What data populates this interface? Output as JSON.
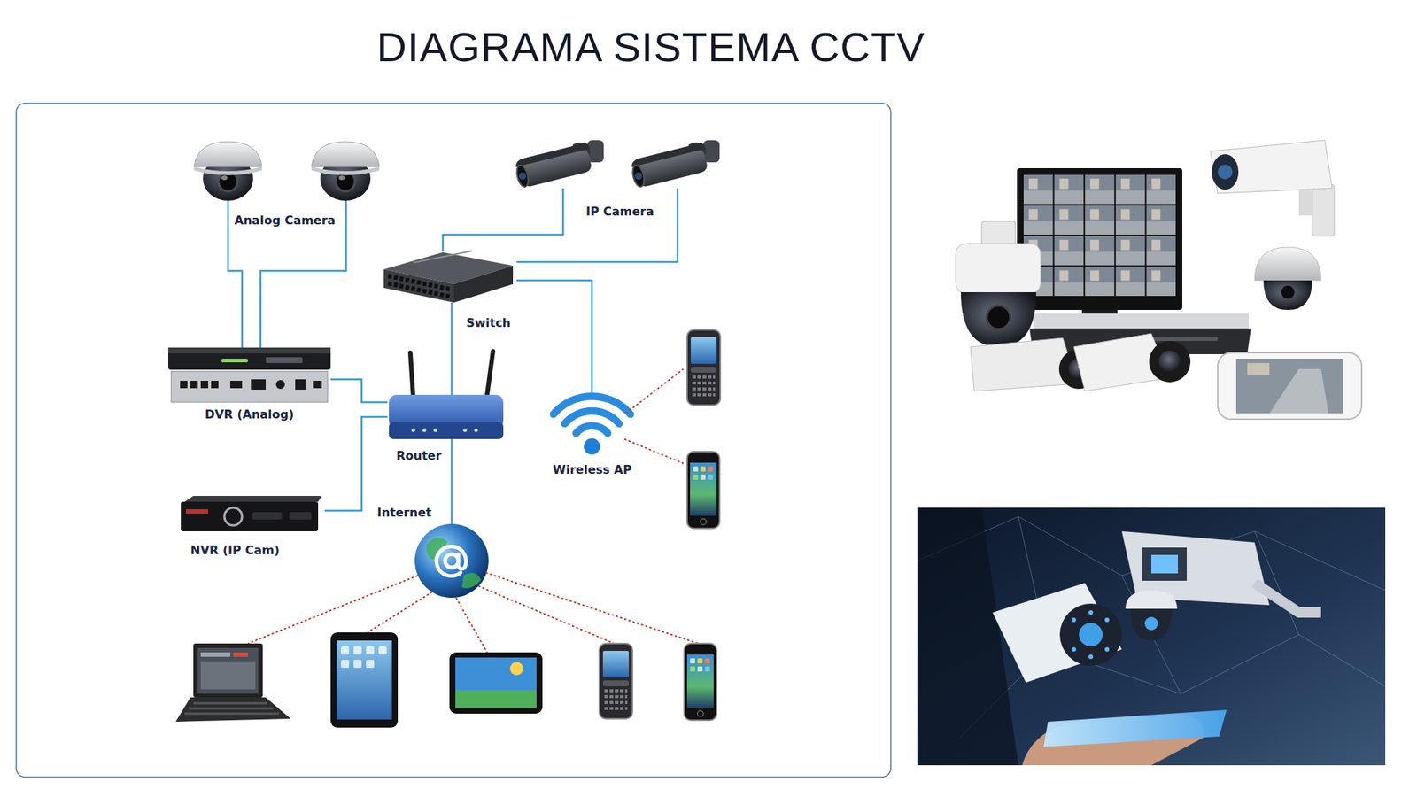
{
  "diagram": {
    "title": "DIAGRAMA SISTEMA CCTV",
    "nodes": [
      {
        "text": [
          "Analog Camera"
        ]
      },
      {
        "text": [
          "IP Camera"
        ]
      },
      {
        "text": [
          "Switch"
        ]
      },
      {
        "text": [
          "DVR (Analog)"
        ]
      },
      {
        "text": [
          "Router"
        ]
      },
      {
        "text": [
          "Wireless AP"
        ]
      },
      {
        "text": [
          "NVR (IP Cam)"
        ]
      },
      {
        "text": [
          "Internet"
        ]
      }
    ],
    "edges": [
      {
        "from": 0,
        "to": 3,
        "arrow": "none"
      },
      {
        "from": 0,
        "to": 3,
        "arrow": "none"
      },
      {
        "from": 1,
        "to": 2,
        "arrow": "none"
      },
      {
        "from": 1,
        "to": 2,
        "arrow": "none"
      },
      {
        "from": 2,
        "to": 4,
        "arrow": "none"
      },
      {
        "from": 2,
        "to": 5,
        "arrow": "none"
      },
      {
        "from": 3,
        "to": 4,
        "arrow": "none"
      },
      {
        "from": 6,
        "to": 4,
        "arrow": "none"
      },
      {
        "from": 4,
        "to": 7,
        "arrow": "none"
      }
    ]
  }
}
